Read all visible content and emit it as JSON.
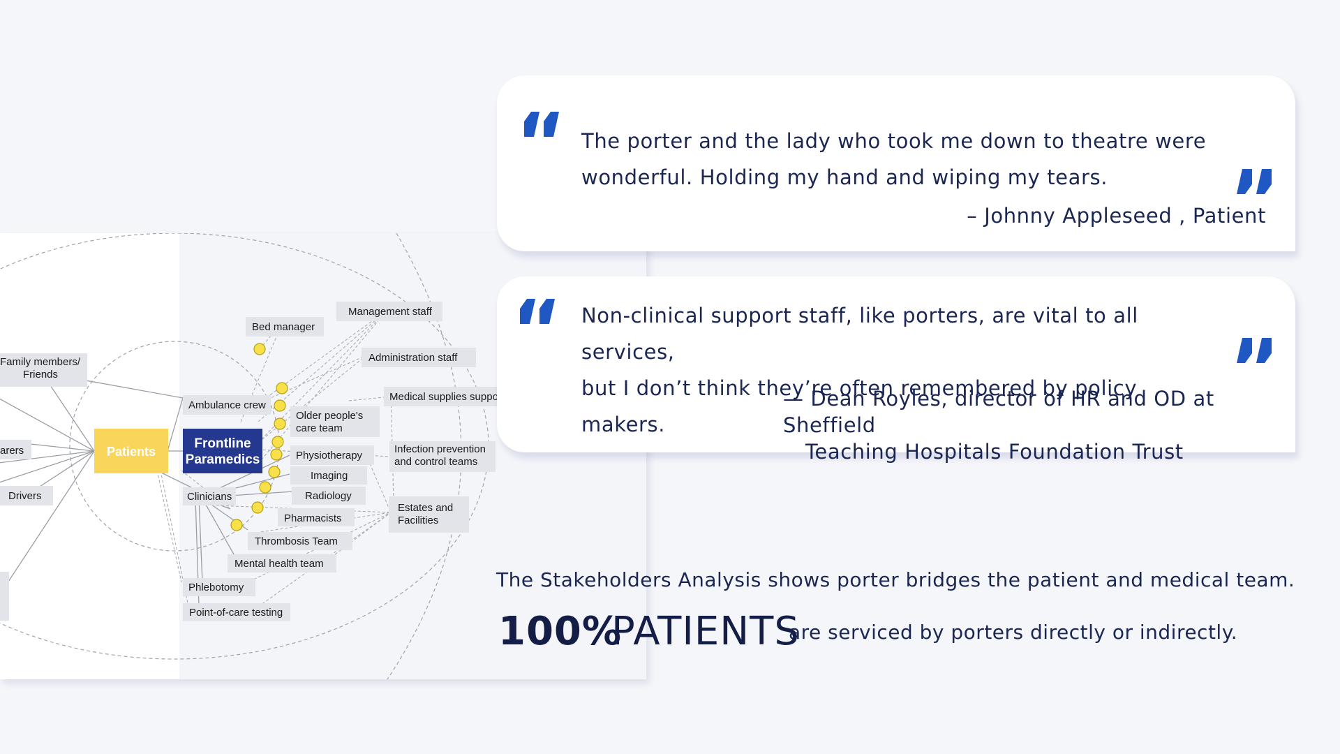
{
  "diagram": {
    "hubs": {
      "patients": "Patients",
      "paramedics_line1": "Frontline",
      "paramedics_line2": "Paramedics"
    },
    "nodes": {
      "family_line1": "Family members/",
      "family_line2": "Friends",
      "carers": "arers",
      "drivers": "Drivers",
      "bed_manager": "Bed manager",
      "management_staff": "Management staff",
      "administration_staff": "Administration staff",
      "medical_supplies": "Medical supplies suppo",
      "ambulance_crew": "Ambulance crew",
      "older_people_line1": "Older people's",
      "older_people_line2": "care team",
      "physiotherapy": "Physiotherapy",
      "infection_line1": "Infection prevention",
      "infection_line2": "and control teams",
      "imaging": "Imaging",
      "clinicians": "Clinicians",
      "radiology": "Radiology",
      "pharmacists": "Pharmacists",
      "estates_line1": "Estates and",
      "estates_line2": "Facilities",
      "thrombosis_team": "Thrombosis Team",
      "mental_health_team": "Mental health team",
      "phlebotomy": "Phlebotomy",
      "point_of_care": "Point-of-care testing"
    }
  },
  "quotes": [
    {
      "line1": "The porter and the lady who took me down to theatre were",
      "line2": "wonderful. Holding my hand and wiping my tears.",
      "author_line1": "– Johnny Appleseed , Patient"
    },
    {
      "line1": "Non-clinical support staff, like porters, are vital to all services,",
      "line2": "but I don’t think they’re often remembered by policy makers.",
      "author_line1": "— Dean Royles, director of HR and OD at Sheffield",
      "author_line2": "Teaching Hospitals Foundation Trust"
    }
  ],
  "caption": {
    "analysis": "The Stakeholders Analysis shows porter bridges the patient and medical team.",
    "stat_number": "100%",
    "stat_word": "PATIENTS",
    "stat_desc": "are serviced by porters directly or indirectly."
  },
  "colors": {
    "accent_blue": "#1f57c3",
    "patients_yellow": "#f9d65a",
    "paramedics_navy": "#24388f",
    "text_navy": "#1b2752"
  },
  "icons": [
    "open-quote-icon",
    "close-quote-icon"
  ]
}
